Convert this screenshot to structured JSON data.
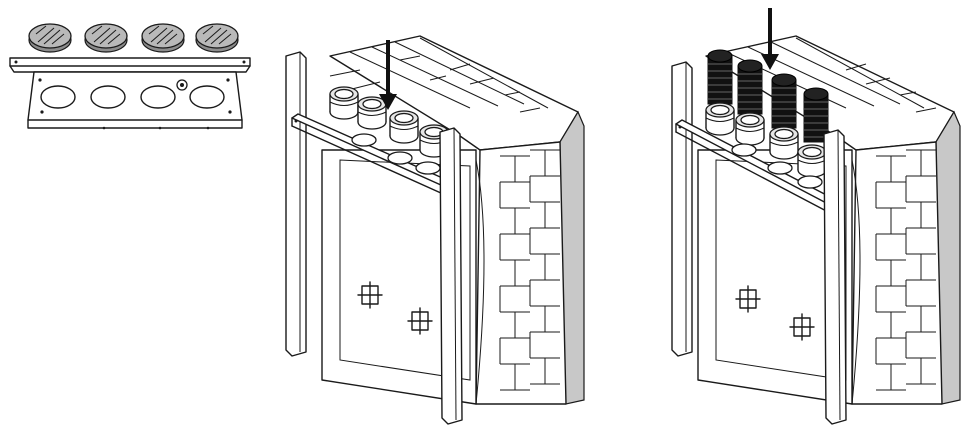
{
  "figure": {
    "panels": [
      {
        "id": "panel-1",
        "component": "cover-plate-mounting-bracket",
        "cover_count": 4
      },
      {
        "id": "panel-2",
        "component": "wall-installation-with-sockets",
        "arrow": "down"
      },
      {
        "id": "panel-3",
        "component": "wall-installation-with-hoses",
        "arrow": "down"
      }
    ],
    "colors": {
      "line": "#1a1a1a",
      "cover": "#b9b9b9",
      "hose": "#111111",
      "background": "#ffffff"
    }
  }
}
